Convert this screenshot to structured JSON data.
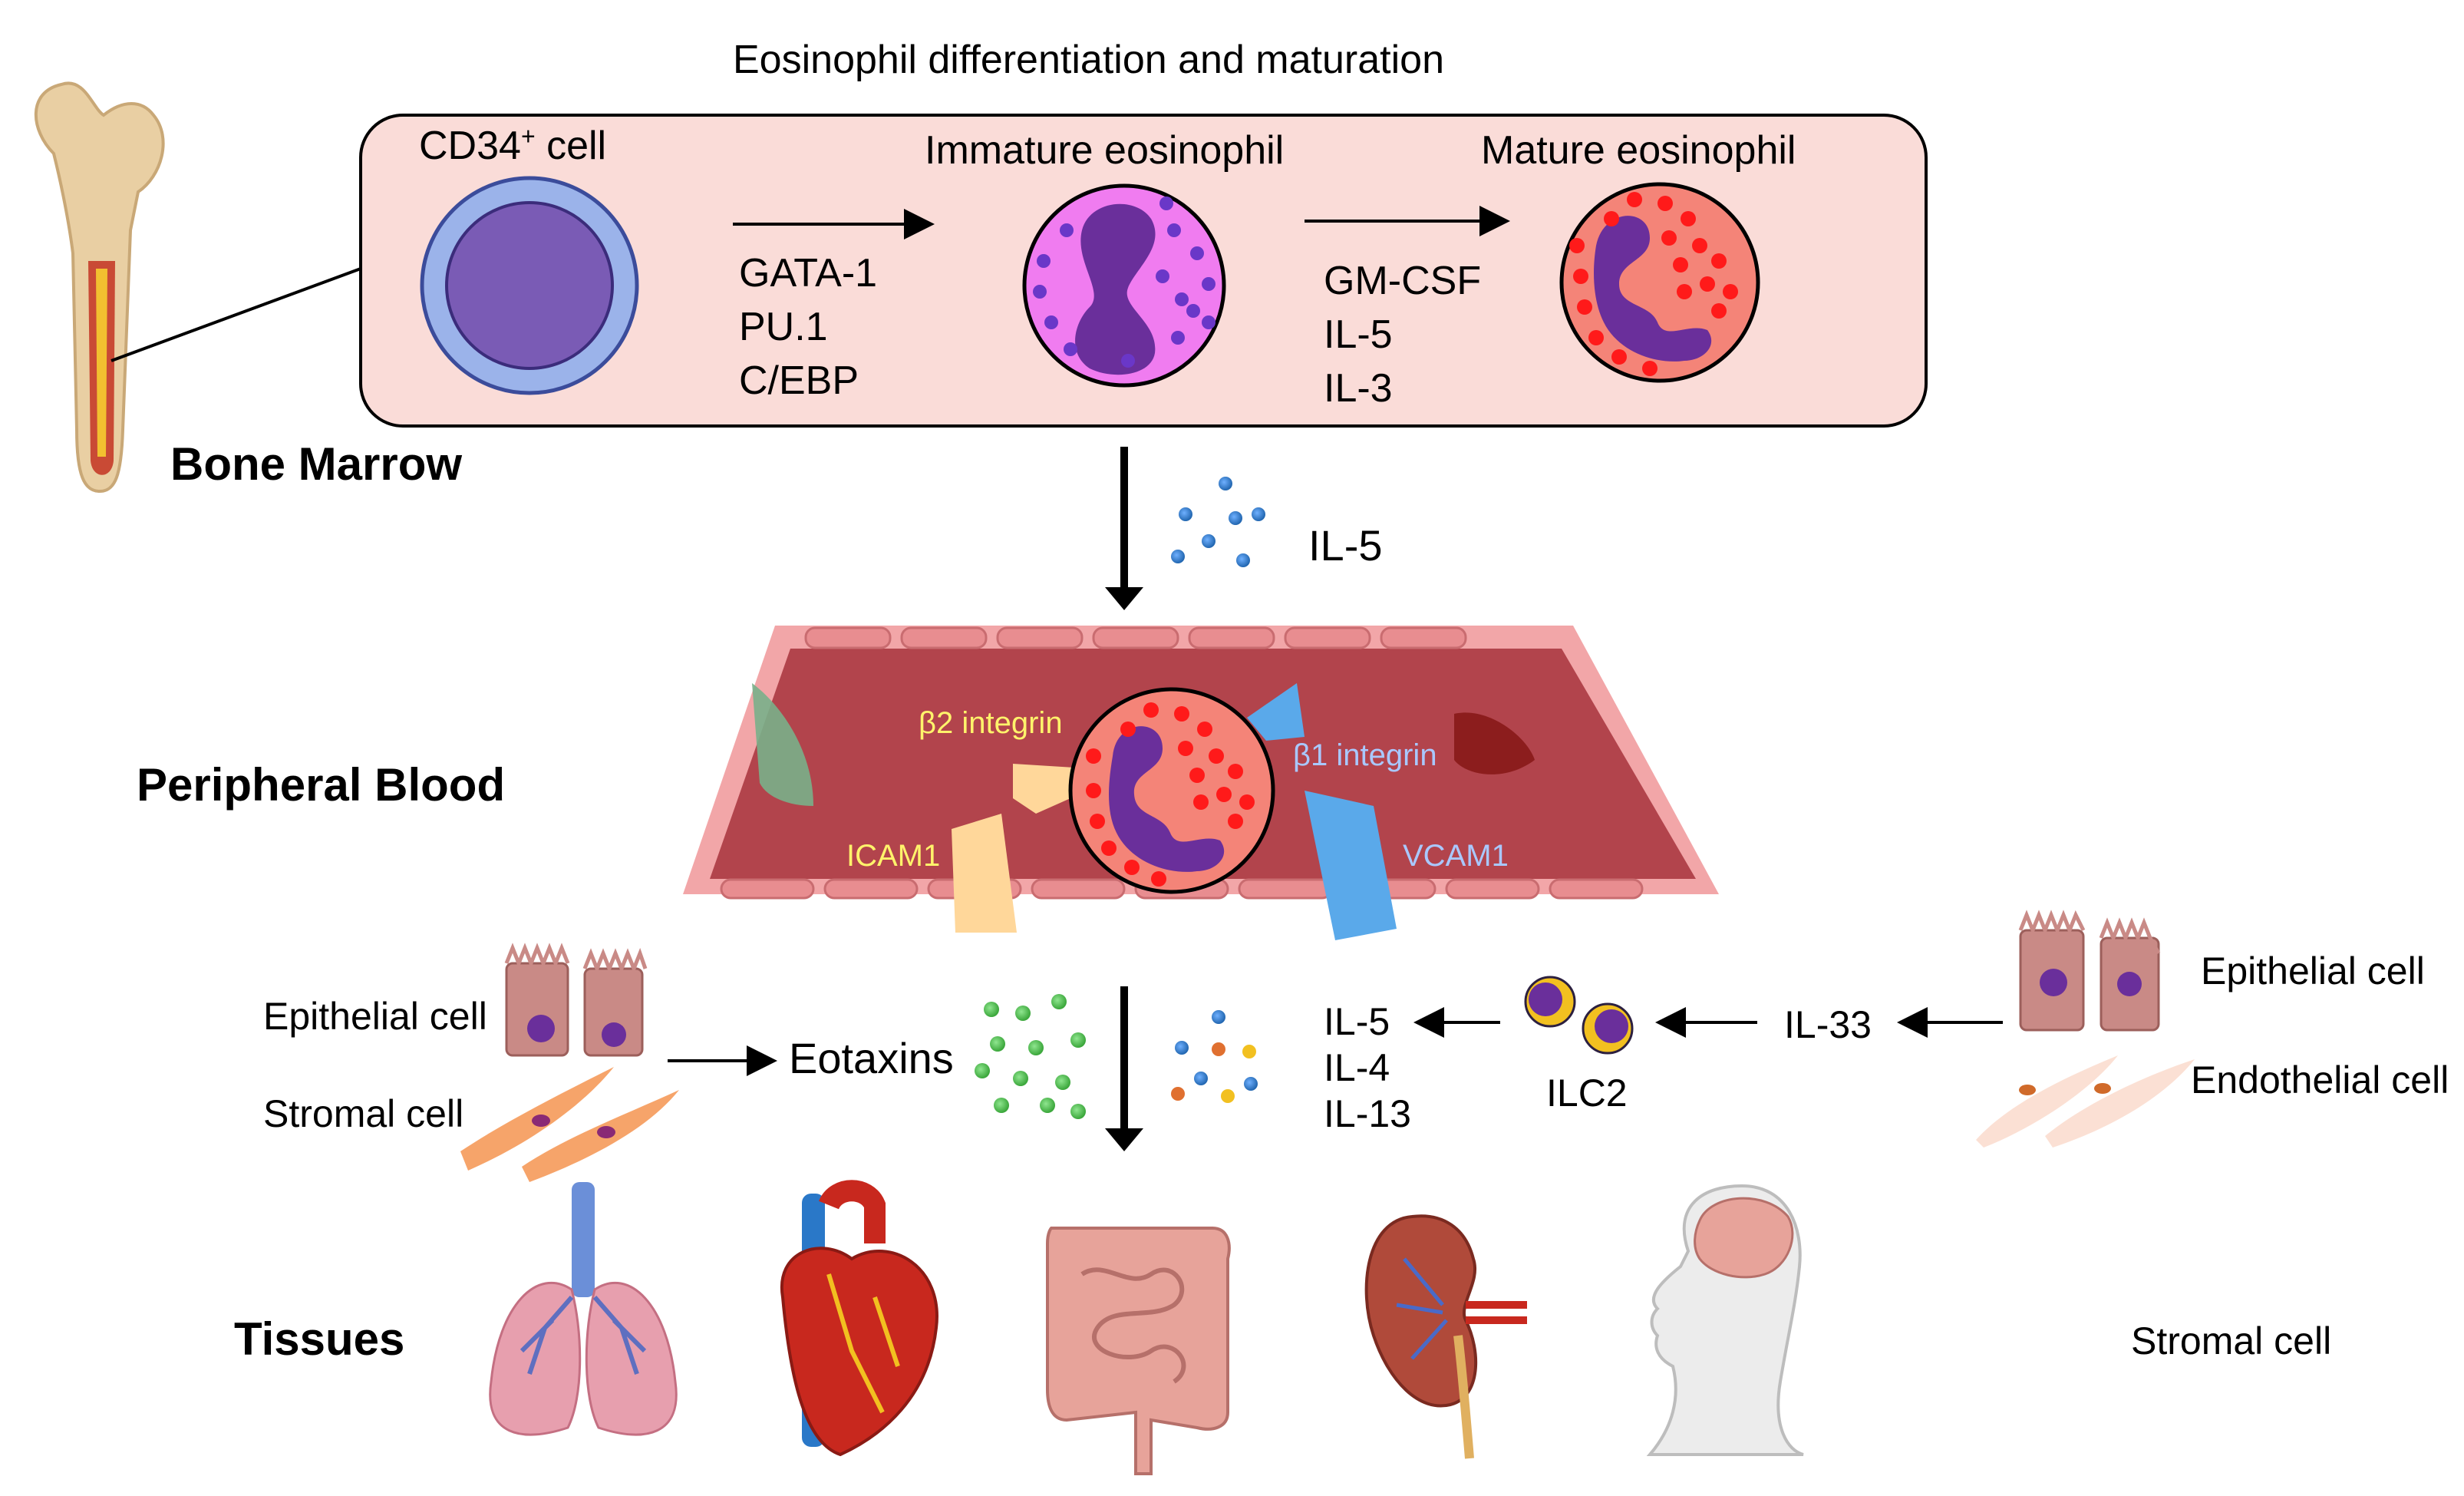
{
  "title": "Eosinophil differentiation and maturation",
  "sections": {
    "bone_marrow": "Bone Marrow",
    "peripheral_blood": "Peripheral Blood",
    "tissues": "Tissues"
  },
  "bone_marrow_panel": {
    "cd34_label_main": "CD34",
    "cd34_label_sup": "+",
    "cd34_label_rest": " cell",
    "immature_label": "Immature eosinophil",
    "mature_label": "Mature eosinophil",
    "factors_step1": [
      "GATA-1",
      "PU.1",
      "C/EBP"
    ],
    "factors_step2": [
      "GM-CSF",
      "IL-5",
      "IL-3"
    ]
  },
  "il5_label": "IL-5",
  "vessel": {
    "b2_integrin": "β2 integrin",
    "b1_integrin": "β1 integrin",
    "icam1": "ICAM1",
    "vcam1": "VCAM1"
  },
  "left_sources": {
    "epithelial": "Epithelial cell",
    "stromal": "Stromal cell",
    "eotaxins": "Eotaxins"
  },
  "cytokines": [
    "IL-5",
    "IL-4",
    "IL-13"
  ],
  "ilc2": "ILC2",
  "il33": "IL-33",
  "right_sources": {
    "epithelial": "Epithelial cell",
    "endothelial": "Endothelial cell"
  },
  "tissue_organs": [
    "lung-icon",
    "heart-icon",
    "intestine-icon",
    "kidney-icon",
    "brain-icon"
  ],
  "stromal_cell_bottom": "Stromal cell",
  "colors": {
    "panel_fill": "#fadcd8",
    "cd34_outer": "#9bb3ea",
    "cd34_inner": "#7a5bb5",
    "immature_fill": "#f07cf0",
    "mature_fill": "#f48478",
    "nucleus": "#6a2f9b",
    "granule_red": "#ff1a1a",
    "vessel_wall": "#f2a6a8",
    "vessel_lumen": "#b2444c",
    "b2_text": "#fff36b",
    "b1_text": "#a9c8ff",
    "icam_shape": "#ffd79a",
    "vcam_shape": "#5aa9ea",
    "eotaxin_dot": "#55c455",
    "il5_dot": "#2f78c4"
  }
}
